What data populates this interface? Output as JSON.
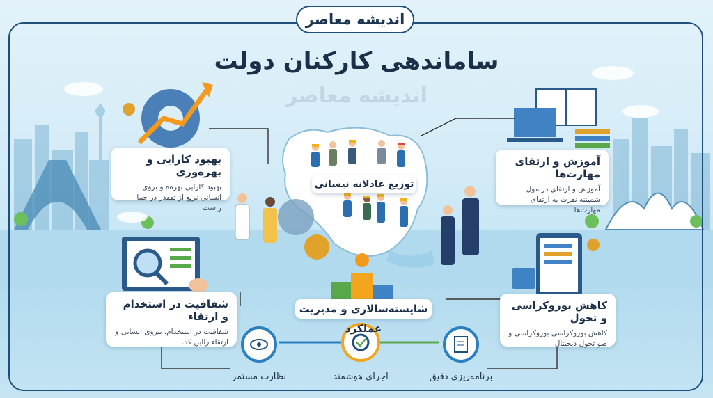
{
  "brand": "اندیشه معاصر",
  "title": "ساماندهی کارکنان دولت",
  "watermark": "اندیشه معاصر",
  "center_label": "توزیع عادلانه نیسانی",
  "cards": {
    "efficiency": {
      "title": "بهبود کارایی و بهره‌وری",
      "desc": "بهبود کارایی بهره‌ه و بروی انسانی نریع از تقفدر در حما راست"
    },
    "training": {
      "title": "آموزش و ارتقای مهارت‌ها",
      "desc": "آموزش و ارتقای در مول شمیننه نفرت به ارتقای مهارت‌ها"
    },
    "transparency": {
      "title": "شفافیت در استخدام و ارتقاء",
      "desc": "شفافیت در استخدام، نیروی انسانی و ارتقاء رااین کد."
    },
    "bureaucracy": {
      "title": "کاهش بوروکراسی و تحول",
      "desc": "کاهش بوروکراسی بوروکراسی و صو تحول دیجیتال"
    },
    "meritocracy": {
      "title": "شایسته‌سالاری و مدیریت عملکرد"
    }
  },
  "steps": [
    {
      "label": "نظارت مستمر",
      "icon": "eye-icon"
    },
    {
      "label": "اجرای هوشمند",
      "icon": "gear-check-icon"
    },
    {
      "label": "برنامه‌ریزی دقیق",
      "icon": "clipboard-icon"
    }
  ],
  "colors": {
    "navy": "#1d4f7a",
    "orange": "#f39a1e",
    "green": "#5aa84a",
    "blue": "#2a7fc0",
    "map": "#ffffff"
  }
}
